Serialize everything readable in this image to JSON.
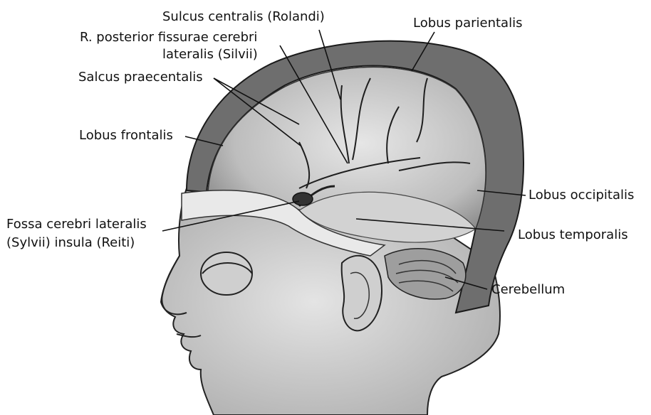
{
  "labels": {
    "sulcus_centralis": "Sulcus centralis (Rolandi)",
    "lobus_parietalis": "Lobus parientalis",
    "r_posterior_line1": "R. posterior fissurae cerebri",
    "r_posterior_line2": "lateralis (Silvii)",
    "sulcus_praecentralis": "Salcus praecentalis",
    "lobus_frontalis": "Lobus frontalis",
    "lobus_occipitalis": "Lobus occipitalis",
    "fossa_line1": "Fossa cerebri lateralis",
    "fossa_line2": "(Sylvii) insula (Reiti)",
    "lobus_temporalis": "Lobus temporalis",
    "cerebellum": "Cerebellum"
  },
  "colors": {
    "ink": "#111111",
    "skin": "#d9d9d9",
    "brain": "#c8c8c8",
    "skull": "#6e6e6e",
    "background": "#ffffff"
  }
}
